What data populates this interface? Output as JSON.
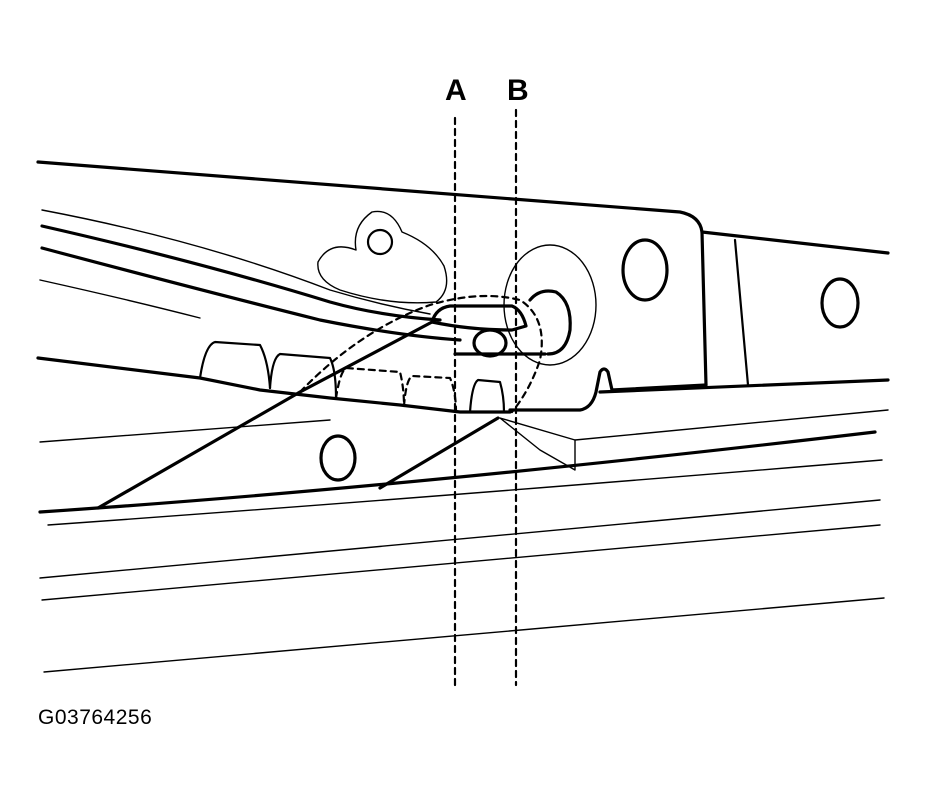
{
  "labels": {
    "line_a": "A",
    "line_b": "B"
  },
  "figure_id": "G03764256",
  "colors": {
    "ink": "#000000",
    "paper": "#ffffff"
  }
}
